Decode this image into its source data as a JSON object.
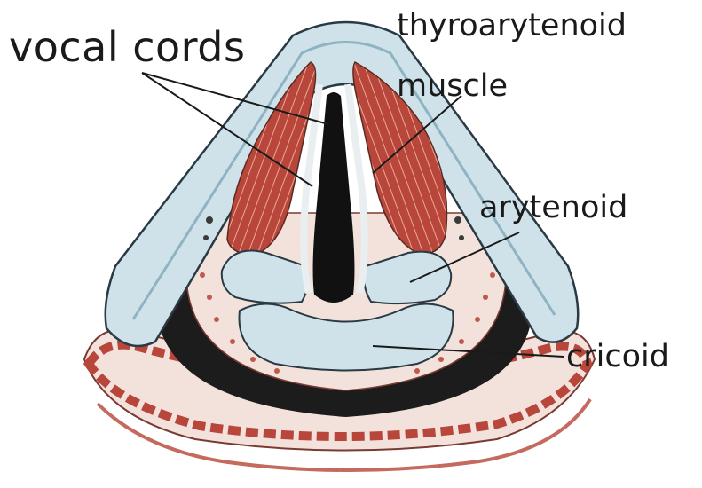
{
  "labels": {
    "vocal_cords": "vocal cords",
    "thyroarytenoid_line1": "thyroarytenoid",
    "thyroarytenoid_line2": "muscle",
    "arytenoid": "arytenoid",
    "cricoid": "cricoid"
  },
  "colors": {
    "background": "#ffffff",
    "cartilage_blue": "#cfe2ea",
    "cartilage_outline": "#2a3a44",
    "muscle_red": "#b8463a",
    "glottis_black": "#111111",
    "tissue_pink": "#f3e2dc",
    "text": "#1a1a1a"
  }
}
